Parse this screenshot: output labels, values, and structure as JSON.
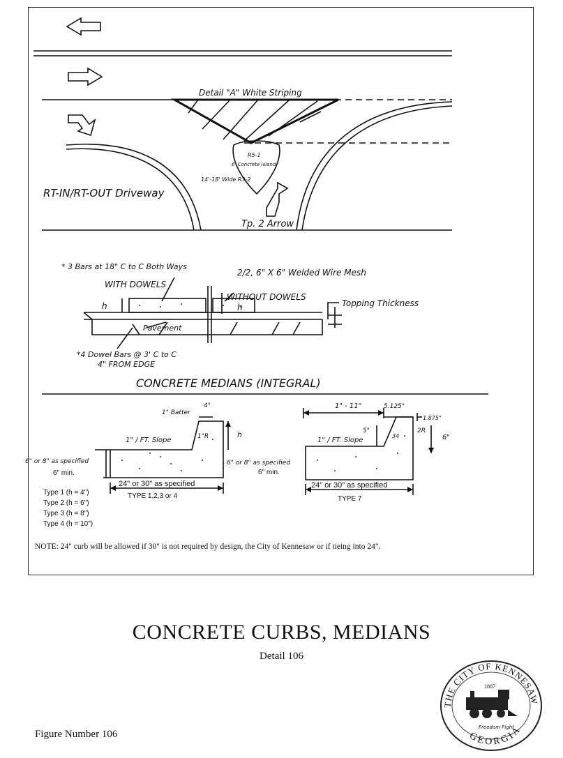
{
  "plan": {
    "detail_label": "Detail \"A\" White Striping",
    "island_code": "R5-1",
    "island_label": "6' Concrete Island",
    "wide_label": "14'-18' Wide R3-2",
    "driveway_label": "RT-IN/RT-OUT Driveway",
    "arrow_label": "Tp. 2 Arrow"
  },
  "section": {
    "bars_note": "* 3 Bars at 18\" C to C Both Ways",
    "mesh_note": "2/2, 6\" X 6\" Welded Wire Mesh",
    "with_dowels": "WITH DOWELS",
    "without_dowels": "WITHOUT DOWELS",
    "topping": "Topping Thickness",
    "h_left": "h",
    "h_right": "h",
    "pavement": "Pavement",
    "dowel_note_1": "*4 Dowel Bars @ 3' C to C",
    "dowel_note_2": "4\" FROM EDGE",
    "heading": "CONCRETE MEDIANS (INTEGRAL)"
  },
  "curbs": {
    "batter": "1\" Batter",
    "four": "4\"",
    "slope_left": "1\" / FT. Slope",
    "radius_left": "1\"R",
    "h_label": "h",
    "spec_left": "6\" or 8\" as specified",
    "min_left": "6\" min.",
    "spec_mid": "6\" or 8\" as specified",
    "min_mid": "6\" min.",
    "width_left": "24\" or 30\" as specified",
    "type_left": "TYPE 1,2,3 or 4",
    "types": [
      "Type 1 (h = 4\")",
      "Type 2 (h = 6\")",
      "Type 3 (h = 8\")",
      "Type 4 (h = 10\")"
    ],
    "range_right": "1\" - 11\"",
    "dim_5125": "5.125\"",
    "dim_1875": "1.875\"",
    "dim_5": "5\"",
    "dim_2r": "2R",
    "dim_6": "6\"",
    "slope_right": "1\" / FT. Slope",
    "dim_34": "34",
    "width_right": "24\" or 30\" as specified",
    "type_right": "TYPE 7",
    "note": "NOTE:  24\" curb will be allowed if 30\" is not required by design, the City of Kennesaw or if tieing into 24\"."
  },
  "footer": {
    "title": "CONCRETE CURBS, MEDIANS",
    "subtitle": "Detail 106",
    "figure": "Figure Number 106"
  },
  "seal": {
    "top": "THE CITY OF KENNESAW",
    "bottom": "GEORGIA",
    "year": "1887",
    "motto": "Freedom Fight"
  }
}
